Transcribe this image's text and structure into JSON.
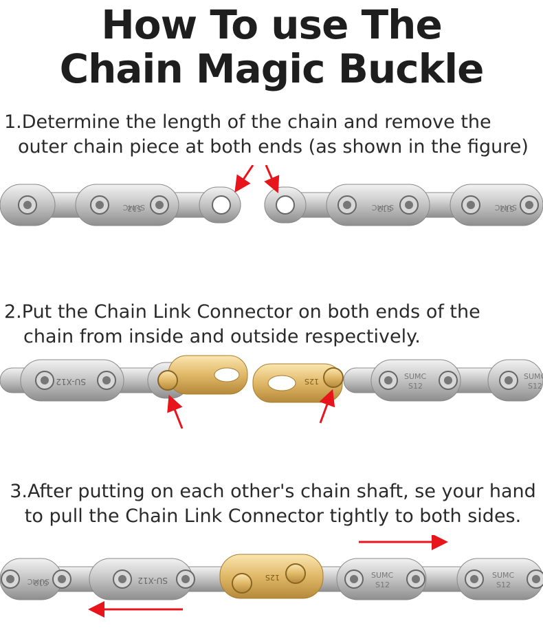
{
  "title": {
    "line1": "How To use The",
    "line2": "Chain Magic Buckle"
  },
  "steps": [
    {
      "line1": "1.Determine the length of the chain and remove the",
      "line2": "outer chain piece at both ends (as shown in the figure)"
    },
    {
      "line1": "2.Put the Chain Link Connector on both ends of the",
      "line2": "chain from inside and outside respectively."
    },
    {
      "line1": "3.After putting on each other's chain shaft,  se your hand",
      "line2": "to pull the Chain Link Connector tightly to both sides."
    }
  ],
  "plate_marks": {
    "sumc": "SUMC",
    "s12": "S12",
    "su_x12": "SU-X12",
    "connector": "12S"
  },
  "colors": {
    "silver": "#c9c9c9",
    "gold": "#e0b868",
    "arrow": "#e8141c"
  }
}
